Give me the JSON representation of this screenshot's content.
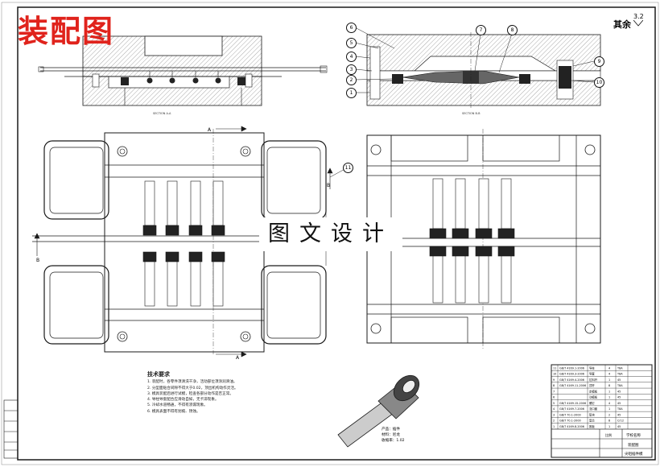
{
  "stamp_text": "装配图",
  "banner_text": "图文设计",
  "roughness": {
    "label": "其余",
    "value": "3.2"
  },
  "section_labels": {
    "left": "SECTION A-A",
    "right": "SECTION B-B"
  },
  "view_markers": [
    "A",
    "A",
    "B",
    "B"
  ],
  "callouts": [
    "1",
    "2",
    "3",
    "4",
    "5",
    "6",
    "7",
    "8",
    "9",
    "10",
    "11"
  ],
  "technical_requirements": {
    "title": "技术要求",
    "lines": [
      "1. 装配时，各零件须清洗干净，活动部位须涂润滑油。",
      "2. 分型面贴合间隙不得大于0.02，顶出机构动作灵活。",
      "3. 模具装配后进行试模，检查各部分动作是否正常。",
      "4. 导柱导套配合应滑动自如，无卡滞现象。",
      "5. 冷却水道畅通，不得有渗漏现象。",
      "6. 模具表面不得有划痕、锈蚀。"
    ]
  },
  "part_note": {
    "lines": [
      "产品：插件",
      "材料：尼龙",
      "收缩率：1.02"
    ]
  },
  "title_block": {
    "school": "学校名称",
    "drawing_type": "装配图",
    "drawing_name": "尖咀插件模",
    "ratio": "比例"
  },
  "bom_rows": [
    {
      "std": "GB/T 4169.1-2006",
      "name": "导柱",
      "qty": "4",
      "mat": "T8A"
    },
    {
      "std": "GB/T 4169.3-2006",
      "name": "导套",
      "qty": "4",
      "mat": "T8A"
    },
    {
      "std": "GB/T 4169.4-2006",
      "name": "拉料杆",
      "qty": "1",
      "mat": "45"
    },
    {
      "std": "GB/T 4169.11-2006",
      "name": "顶杆",
      "qty": "8",
      "mat": "T8A"
    },
    {
      "std": "",
      "name": "定模板",
      "qty": "1",
      "mat": "45"
    },
    {
      "std": "",
      "name": "动模板",
      "qty": "1",
      "mat": "45"
    },
    {
      "std": "GB/T 4169.15-2006",
      "name": "螺钉",
      "qty": "4",
      "mat": "45"
    },
    {
      "std": "GB/T 4169.7-2006",
      "name": "浇口套",
      "qty": "1",
      "mat": "T8A"
    },
    {
      "std": "GB/T 70.1-2000",
      "name": "垫块",
      "qty": "2",
      "mat": "45"
    },
    {
      "std": "GB/T 70.1-2000",
      "name": "型芯",
      "qty": "8",
      "mat": "Cr12"
    },
    {
      "std": "GB/T 4169.8-2006",
      "name": "推板",
      "qty": "1",
      "mat": "45"
    }
  ],
  "colors": {
    "stamp": "#e0231c",
    "line": "#1a1a1a",
    "hatch": "#555555"
  }
}
